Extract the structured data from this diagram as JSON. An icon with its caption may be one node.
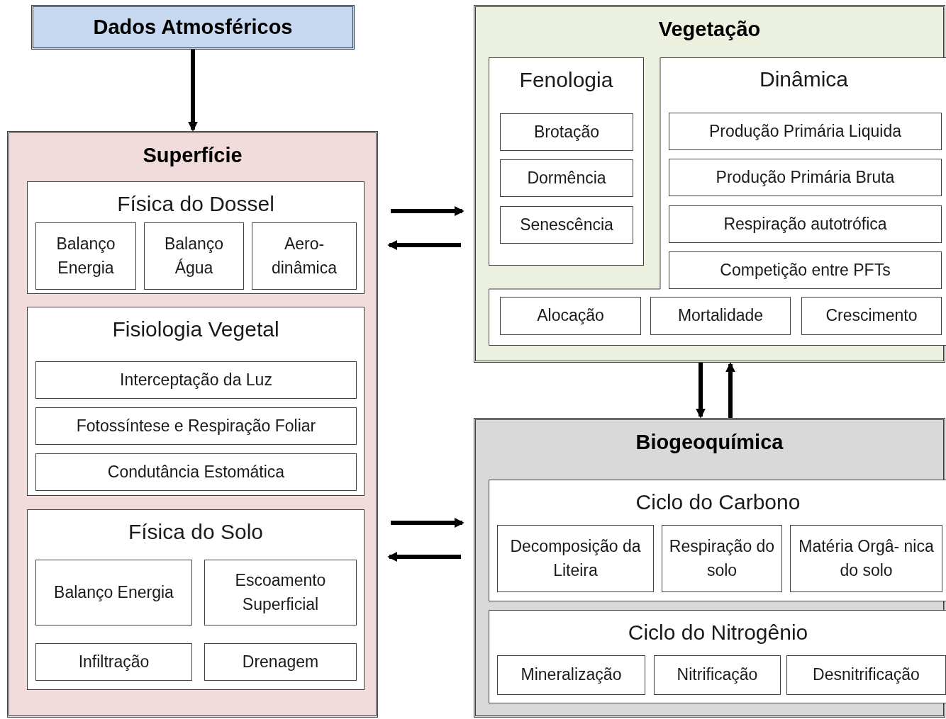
{
  "diagram": {
    "nodes": [
      {
        "text": [
          "Dados Atmosféricos"
        ]
      },
      {
        "text": [
          "Superfície"
        ]
      },
      {
        "text": [
          "Física do Dossel"
        ],
        "in": 1
      },
      {
        "text": [
          "Balanço Energia"
        ],
        "in": 2
      },
      {
        "text": [
          "Balanço Água"
        ],
        "in": 2
      },
      {
        "text": [
          "Aero- dinâmica"
        ],
        "in": 2
      },
      {
        "text": [
          "Fisiologia Vegetal"
        ],
        "in": 1
      },
      {
        "text": [
          "Interceptação da Luz"
        ],
        "in": 6
      },
      {
        "text": [
          "Fotossíntese e Respiração Foliar"
        ],
        "in": 6
      },
      {
        "text": [
          "Condutância Estomática"
        ],
        "in": 6
      },
      {
        "text": [
          "Física do Solo"
        ],
        "in": 1
      },
      {
        "text": [
          "Balanço Energia"
        ],
        "in": 10
      },
      {
        "text": [
          "Escoamento Superficial"
        ],
        "in": 10
      },
      {
        "text": [
          "Infiltração"
        ],
        "in": 10
      },
      {
        "text": [
          "Drenagem"
        ],
        "in": 10
      },
      {
        "text": [
          "Vegetação"
        ]
      },
      {
        "text": [
          "Fenologia"
        ],
        "in": 15
      },
      {
        "text": [
          "Brotação"
        ],
        "in": 16
      },
      {
        "text": [
          "Dormência"
        ],
        "in": 16
      },
      {
        "text": [
          "Senescência"
        ],
        "in": 16
      },
      {
        "text": [
          "Dinâmica"
        ],
        "in": 15
      },
      {
        "text": [
          "Produção Primária Liquida"
        ],
        "in": 20
      },
      {
        "text": [
          "Produção Primária Bruta"
        ],
        "in": 20
      },
      {
        "text": [
          "Respiração autotrófica"
        ],
        "in": 20
      },
      {
        "text": [
          "Competição entre PFTs"
        ],
        "in": 20
      },
      {
        "text": [
          "Alocação"
        ],
        "in": 20
      },
      {
        "text": [
          "Mortalidade"
        ],
        "in": 20
      },
      {
        "text": [
          "Crescimento"
        ],
        "in": 20
      },
      {
        "text": [
          "Biogeoquímica"
        ]
      },
      {
        "text": [
          "Ciclo do Carbono"
        ],
        "in": 28
      },
      {
        "text": [
          "Decomposição da Liteira"
        ],
        "in": 29
      },
      {
        "text": [
          "Respiração do solo"
        ],
        "in": 29
      },
      {
        "text": [
          "Matéria Orgâ- nica do solo"
        ],
        "in": 29
      },
      {
        "text": [
          "Ciclo do Nitrogênio"
        ],
        "in": 28
      },
      {
        "text": [
          "Mineralização"
        ],
        "in": 33
      },
      {
        "text": [
          "Nitrificação"
        ],
        "in": 33
      },
      {
        "text": [
          "Desnitrificação"
        ],
        "in": 33
      }
    ],
    "edges": [
      {
        "from": 0,
        "to": 1,
        "arrow": "to"
      },
      {
        "from": 1,
        "to": 15,
        "arrow": "to"
      },
      {
        "from": 15,
        "to": 1,
        "arrow": "to"
      },
      {
        "from": 15,
        "to": 28,
        "arrow": "to"
      },
      {
        "from": 28,
        "to": 15,
        "arrow": "to"
      },
      {
        "from": 1,
        "to": 28,
        "arrow": "to"
      },
      {
        "from": 28,
        "to": 1,
        "arrow": "to"
      }
    ]
  }
}
